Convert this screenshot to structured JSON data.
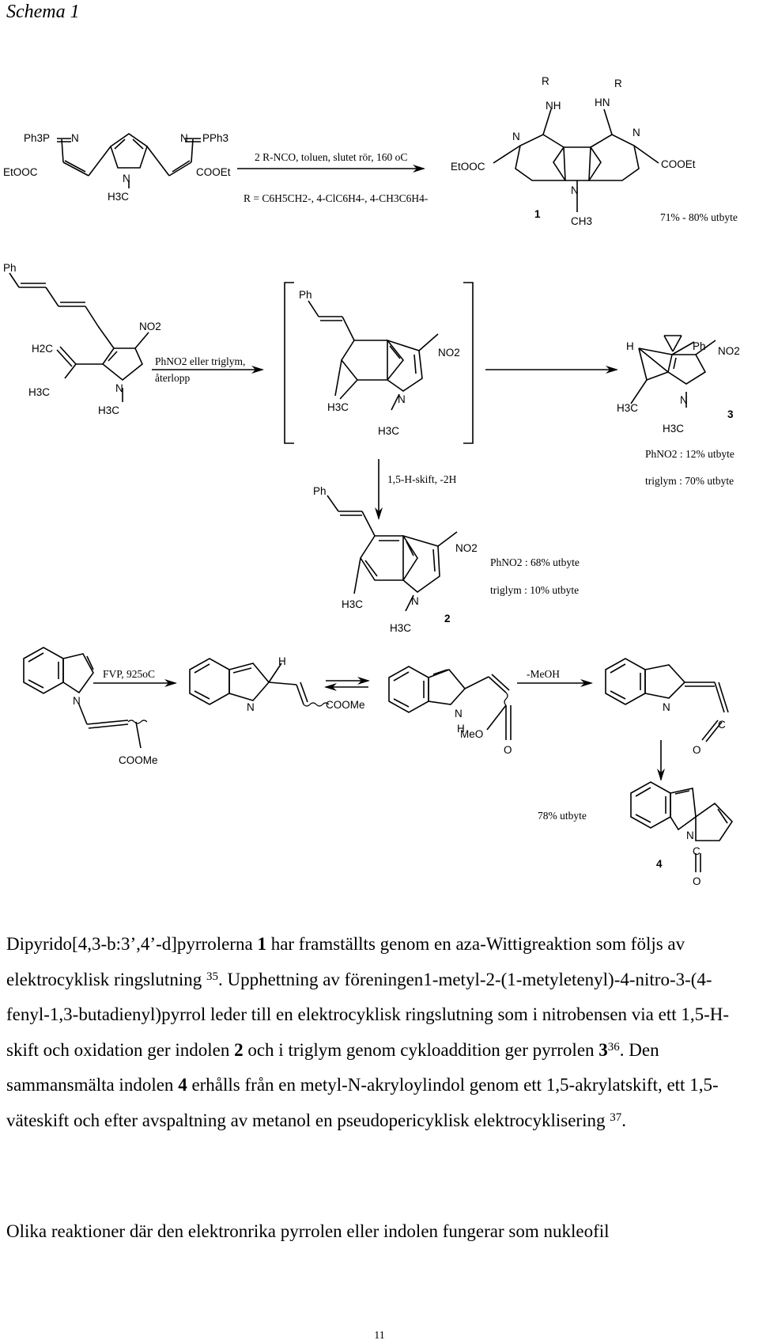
{
  "title": "Schema 1",
  "scheme": {
    "r1": {
      "substituents": [
        "Ph3P",
        "N",
        "N",
        "PPh3",
        "EtOOC",
        "COOEt",
        "N",
        "H3C"
      ],
      "condition_line1": "2 R-NCO, toluen, slutet rör, 160 oC",
      "condition_line2": "R = C6H5CH2-, 4-ClC6H4-, 4-CH3C6H4-",
      "product_labels": [
        "R",
        "NH",
        "R",
        "HN",
        "N",
        "N",
        "EtOOC",
        "COOEt",
        "N",
        "CH3"
      ],
      "compound_number": "1",
      "yield": "71% - 80% utbyte"
    },
    "r2": {
      "start_labels": [
        "Ph",
        "H2C",
        "NO2",
        "H3C",
        "N",
        "H3C"
      ],
      "condition_line1": "PhNO2 eller triglym,",
      "condition_line2": "återlopp",
      "intermediate_labels": [
        "Ph",
        "NO2",
        "H3C",
        "N",
        "H3C"
      ],
      "product3_labels": [
        "H",
        "Ph",
        "NO2",
        "H3C",
        "N",
        "H3C"
      ],
      "compound3_number": "3",
      "yield3_a": "PhNO2 : 12% utbyte",
      "yield3_b": "triglym : 70% utbyte",
      "shift_label": "1,5-H-skift, -2H",
      "product2_labels": [
        "Ph",
        "NO2",
        "H3C",
        "N",
        "H3C"
      ],
      "compound2_number": "2",
      "yield2_a": "PhNO2 : 68% utbyte",
      "yield2_b": "triglym : 10% utbyte"
    },
    "r3": {
      "start_labels": [
        "N",
        "COOMe"
      ],
      "condition": "FVP, 925oC",
      "int1_labels": [
        "H",
        "N",
        "COOMe"
      ],
      "int2_labels": [
        "N",
        "H",
        "MeO",
        "O"
      ],
      "condition2": "-MeOH",
      "ketene_labels": [
        "N",
        "C",
        "O"
      ],
      "yield": "78% utbyte",
      "product_labels": [
        "N",
        "C",
        "O"
      ],
      "compound_number": "4"
    }
  },
  "paragraph1": {
    "p1": "Dipyrido[4,3-b:3’,4’-d]pyrrolerna ",
    "b1": "1",
    "p2": " har framställts genom en aza-Wittigreaktion som följs av elektrocyklisk ringslutning ",
    "s1": "35",
    "p3": ". Upphettning av föreningen1-metyl-2-(1-metyletenyl)-4-nitro-3-(4-fenyl-1,3-butadienyl)pyrrol leder till en elektrocyklisk ringslutning som i nitrobensen via ett 1,5-H-skift och oxidation ger indolen ",
    "b2": "2",
    "p4": " och i triglym genom cykloaddition ger pyrrolen ",
    "b3": "3",
    "s2": "36",
    "p5": ". Den sammansmälta indolen ",
    "b4": "4",
    "p6": " erhålls från en metyl-N-akryloylindol genom ett 1,5-akrylatskift, ett 1,5-väteskift och efter avspaltning av metanol en pseudopericyklisk elektrocyklisering ",
    "s3": "37",
    "p7": "."
  },
  "paragraph2": "Olika reaktioner där den elektronrika pyrrolen eller indolen fungerar som nukleofil",
  "page_number": "11"
}
